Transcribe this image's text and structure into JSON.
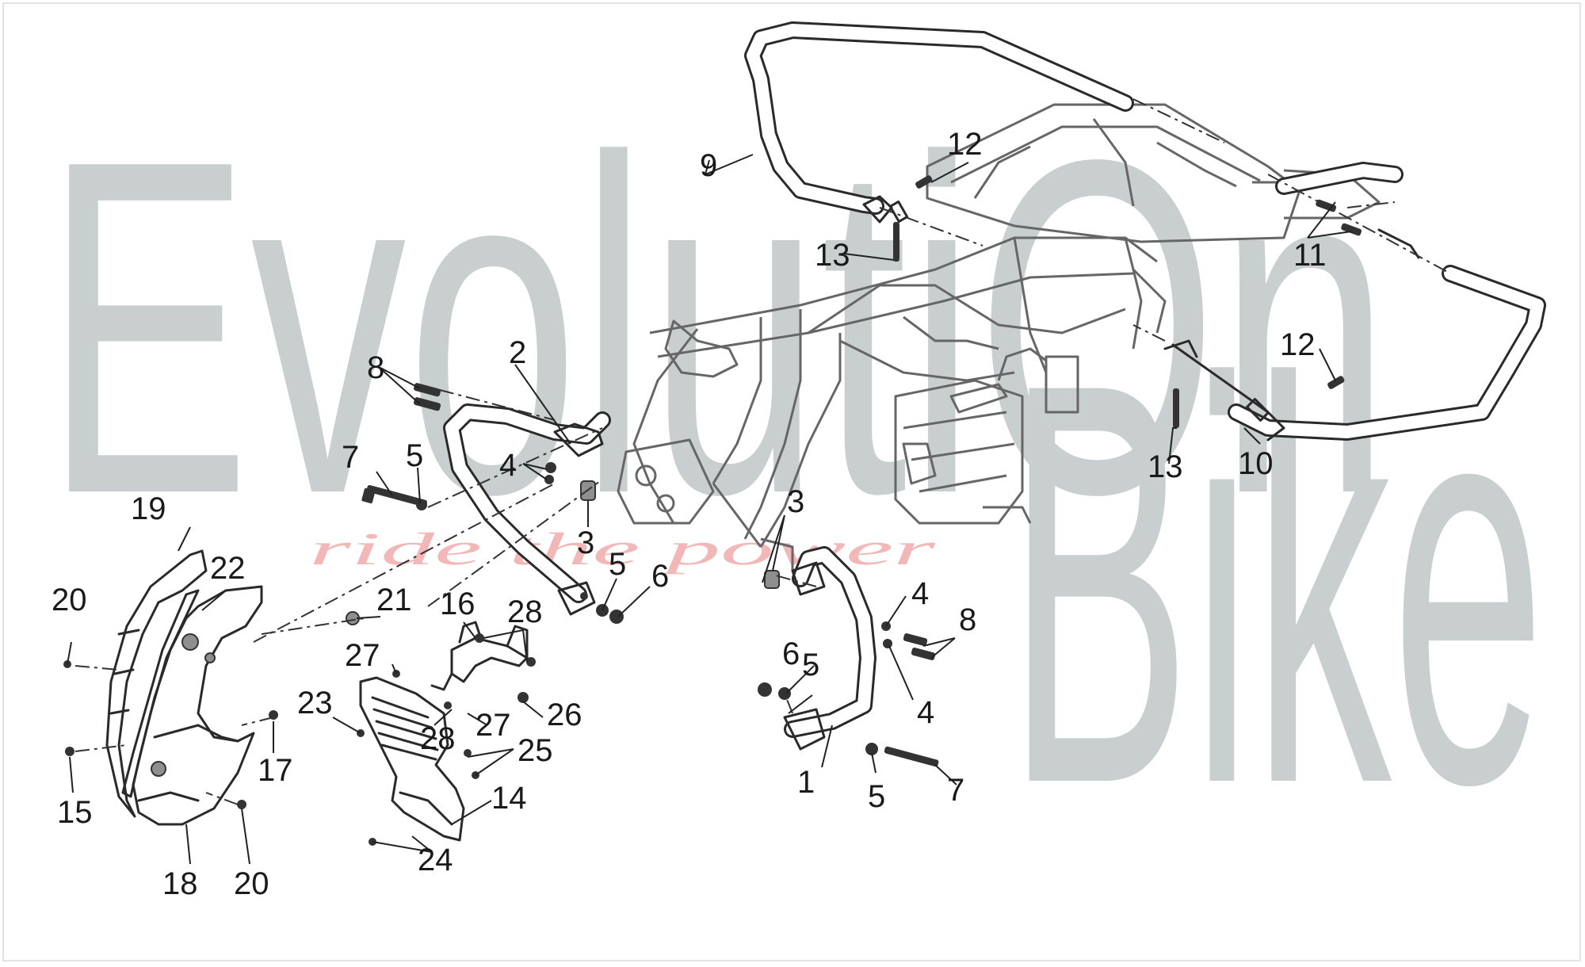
{
  "watermark": {
    "line1": "EvolutiOn",
    "line2": "Bike",
    "tagline": "ride the power",
    "color": "#c9cfcf",
    "tagline_color": "#f2b8b8"
  },
  "callouts": {
    "c1": "1",
    "c2": "2",
    "c3a": "3",
    "c3b": "3",
    "c4a": "4",
    "c4b": "4",
    "c4c": "4",
    "c5a": "5",
    "c5b": "5",
    "c5c": "5",
    "c5d": "5",
    "c6a": "6",
    "c6b": "6",
    "c7a": "7",
    "c7b": "7",
    "c8a": "8",
    "c8b": "8",
    "c9": "9",
    "c10": "10",
    "c11": "11",
    "c12a": "12",
    "c12b": "12",
    "c13a": "13",
    "c13b": "13",
    "c14": "14",
    "c15": "15",
    "c16": "16",
    "c17": "17",
    "c18": "18",
    "c19": "19",
    "c20a": "20",
    "c20b": "20",
    "c21": "21",
    "c22": "22",
    "c23": "23",
    "c24": "24",
    "c25": "25",
    "c26": "26",
    "c27a": "27",
    "c27b": "27",
    "c28a": "28",
    "c28b": "28"
  }
}
